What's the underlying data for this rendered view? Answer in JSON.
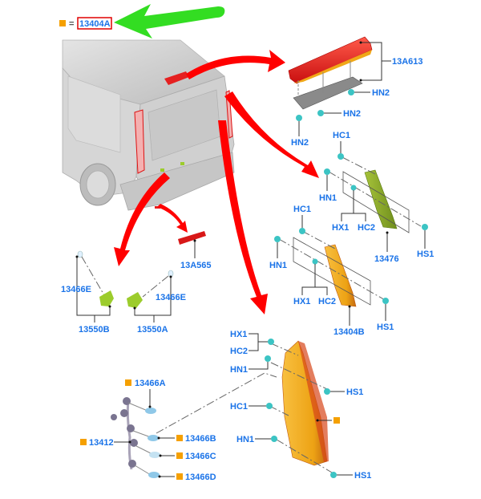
{
  "legend": {
    "equals": "=",
    "part_number": "13404A",
    "marker_color": "#f5a000",
    "highlight_color": "#e00000",
    "pointer_arrow_color": "#33dd22"
  },
  "colors": {
    "label": "#1a73e8",
    "arrow": "#ff0000",
    "clip": "#3cc4c4",
    "high_mount_lamp": "#e32020",
    "lamp_green": "#8aa92a",
    "lamp_amber": "#f0a818",
    "bulb_holder_green": "#9ccc2c",
    "harness": "#7a7490"
  },
  "vehicle": {
    "name": "rear-van-view"
  },
  "parts": {
    "high_mount": {
      "number": "13A613",
      "fasteners": [
        "HN2",
        "HN2",
        "HN2"
      ]
    },
    "lamp_green": {
      "number": "13476",
      "fasteners": {
        "top": "HC1",
        "left": "HN1",
        "mid_a": "HX1",
        "mid_b": "HC2",
        "right": "HS1"
      }
    },
    "lamp_amber_small": {
      "number": "13404B",
      "fasteners": {
        "top": "HC1",
        "left": "HN1",
        "mid_a": "HX1",
        "mid_b": "HC2",
        "right": "HS1"
      }
    },
    "lamp_amber_large": {
      "fasteners": {
        "hx1": "HX1",
        "hc2": "HC2",
        "hn1_top": "HN1",
        "hs1_top": "HS1",
        "hc1": "HC1",
        "hn1_bottom": "HN1",
        "hs1_bottom": "HS1"
      }
    },
    "reflector": {
      "number": "13A565"
    },
    "plate_lamps": {
      "left_bulb": "13466E",
      "left_holder": "13550B",
      "right_bulb": "13466E",
      "right_holder": "13550A"
    },
    "harness": {
      "number": "13412",
      "bulbs": [
        "13466A",
        "13466B",
        "13466C",
        "13466D"
      ]
    }
  }
}
